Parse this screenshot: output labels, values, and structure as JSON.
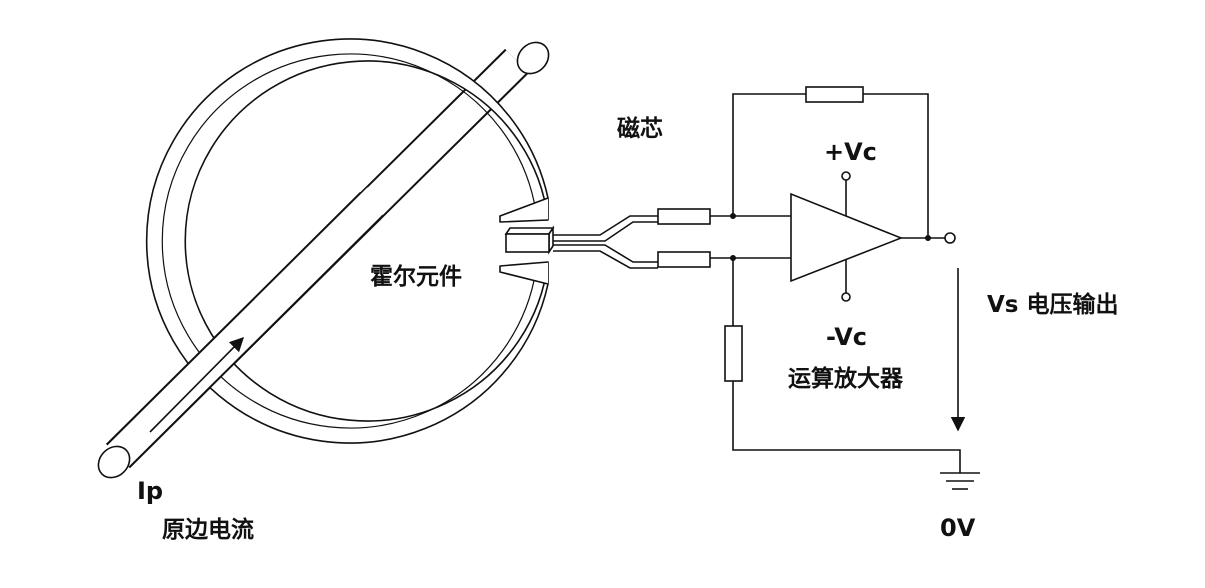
{
  "labels": {
    "core": "磁芯",
    "hall_element": "霍尔元件",
    "positive_supply": "+Vc",
    "negative_supply": "-Vc",
    "op_amp": "运算放大器",
    "output": "Vs 电压输出",
    "ground": "0V",
    "primary_symbol": "Ip",
    "primary_current": "原边电流"
  },
  "colors": {
    "line": "#111111",
    "background": "#ffffff"
  }
}
